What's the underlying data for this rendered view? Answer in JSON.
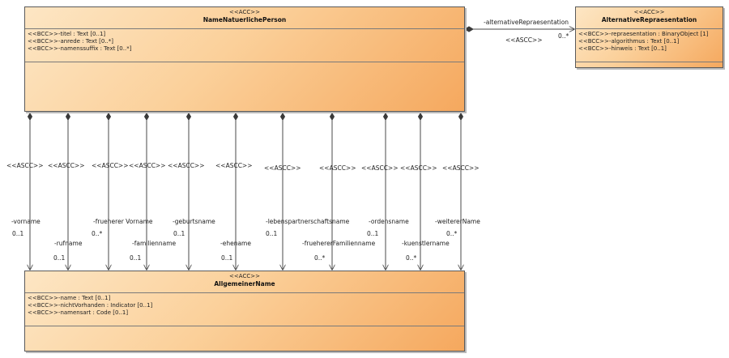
{
  "classes": {
    "person": {
      "stereotype": "<<ACC>>",
      "name": "NameNatuerlichePerson",
      "attributes": [
        "<<BCC>>-titel : Text [0..1]",
        "<<BCC>>-anrede : Text [0..*]",
        "<<BCC>>-namenssuffix : Text [0..*]"
      ]
    },
    "alt": {
      "stereotype": "<<ACC>>",
      "name": "AlternativeRepraesentation",
      "attributes": [
        "<<BCC>>-repraesentation : BinaryObject [1]",
        "<<BCC>>-algorithmus : Text [0..1]",
        "<<BCC>>-hinweis : Text [0..1]"
      ]
    },
    "general": {
      "stereotype": "<<ACC>>",
      "name": "AllgemeinerName",
      "attributes": [
        "<<BCC>>-name : Text [0..1]",
        "<<BCC>>-nichtVorhanden : Indicator [0..1]",
        "<<BCC>>-namensart : Code [0..1]"
      ]
    }
  },
  "top_association": {
    "role": "-alternativeRepraesentation",
    "stereotype": "<<ASCC>>",
    "multiplicity": "0..*"
  },
  "associations": [
    {
      "stereotype": "<<ASCC>>",
      "role": "-vorname",
      "multiplicity": "0..1"
    },
    {
      "stereotype": "<<ASCC>>",
      "role": "-rufname",
      "multiplicity": "0..1"
    },
    {
      "stereotype": "<<ASCC>>",
      "role": "-frueherer Vorname",
      "multiplicity": "0..*"
    },
    {
      "stereotype": "<<ASCC>>",
      "role": "-familienname",
      "multiplicity": "0..1"
    },
    {
      "stereotype": "<<ASCC>>",
      "role": "-geburtsname",
      "multiplicity": "0..1"
    },
    {
      "stereotype": "<<ASCC>>",
      "role": "-ehename",
      "multiplicity": "0..1"
    },
    {
      "stereotype": "<<ASCC>>",
      "role": "-lebenspartnerschaftsname",
      "multiplicity": "0..1"
    },
    {
      "stereotype": "<<ASCC>>",
      "role": "-fruehererFamilienname",
      "multiplicity": "0..*"
    },
    {
      "stereotype": "<<ASCC>>",
      "role": "-ordensname",
      "multiplicity": "0..1"
    },
    {
      "stereotype": "<<ASCC>>",
      "role": "-kuenstlername",
      "multiplicity": "0..*"
    },
    {
      "stereotype": "<<ASCC>>",
      "role": "-weitererName",
      "multiplicity": "0..*"
    }
  ]
}
